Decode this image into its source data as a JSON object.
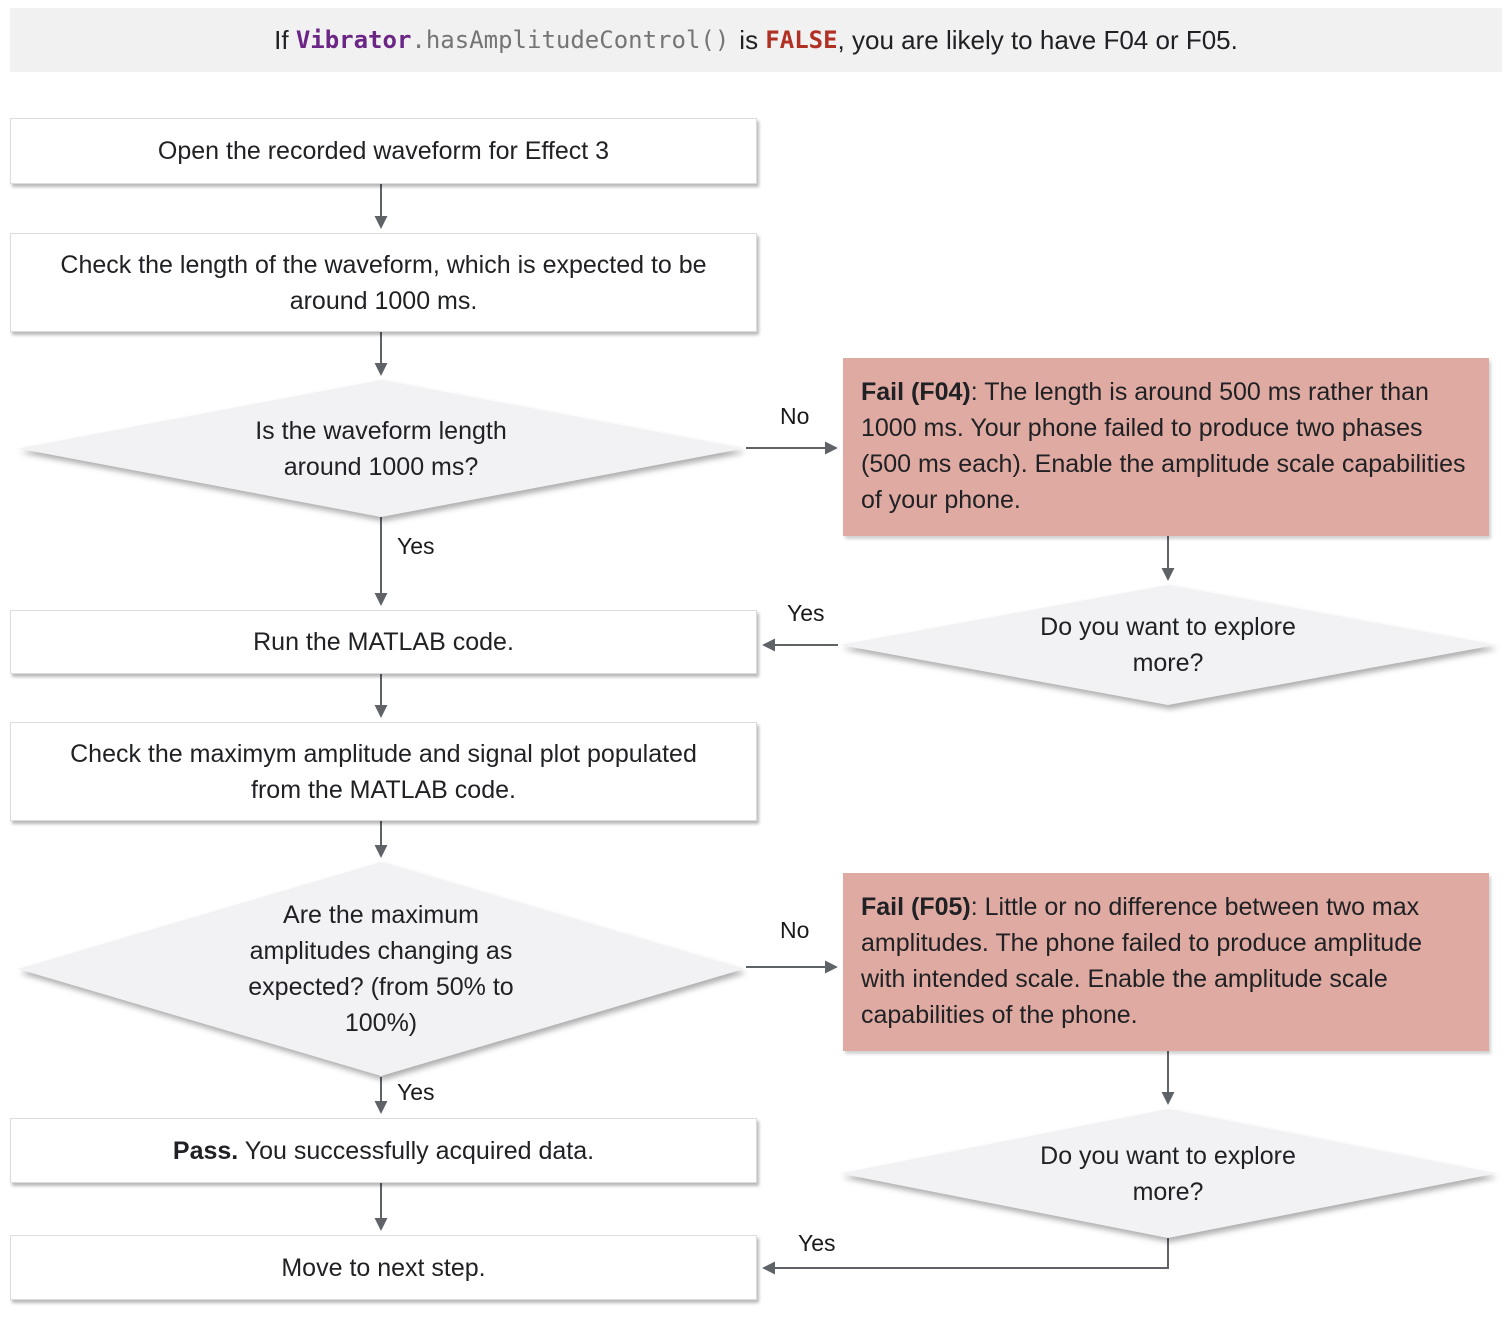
{
  "colors": {
    "header_bg": "#f1f1f2",
    "fail_bg": "#dfaaa2",
    "diamond_bg": "#f2f2f4",
    "arrow": "#5f6368",
    "code_purple": "#6a2585",
    "false_red": "#b13024",
    "text": "#202124",
    "code_gray": "#757575"
  },
  "header": {
    "prefix": "If ",
    "code_object": "Vibrator",
    "code_method": ".hasAmplitudeControl()",
    "conjunction": "is ",
    "false_value": "FALSE",
    "suffix": ", you are likely to have F04 or F05."
  },
  "nodes": {
    "open_waveform": "Open the recorded waveform for Effect 3",
    "check_length": "Check the length of the waveform, which is expected to be around 1000 ms.",
    "waveform_length_question": "Is the waveform length around 1000 ms?",
    "fail_f04_label": "Fail (F04)",
    "fail_f04_body": ": The length is around 500 ms rather than 1000 ms. Your phone failed to produce two phases (500 ms each). Enable the amplitude scale capabilities of your phone.",
    "explore_more_top": "Do you want to explore more?",
    "run_matlab": "Run the MATLAB code.",
    "check_amplitude": "Check the maximym amplitude and signal plot populated from the MATLAB code.",
    "amplitude_question": "Are the maximum amplitudes changing as expected? (from 50% to 100%)",
    "fail_f05_label": "Fail (F05)",
    "fail_f05_body": ": Little or no difference between two max amplitudes. The phone failed to produce amplitude with intended scale. Enable the amplitude scale capabilities of the phone.",
    "explore_more_bottom": "Do you want to explore more?",
    "pass_label": "Pass.",
    "pass_body": " You successfully acquired data.",
    "move_next": "Move to next step."
  },
  "edge_labels": {
    "yes_to_run": "Yes",
    "no_to_f04": "No",
    "yes_from_explore_top": "Yes",
    "yes_to_pass": "Yes",
    "no_to_f05": "No",
    "yes_from_explore_bottom": "Yes"
  }
}
